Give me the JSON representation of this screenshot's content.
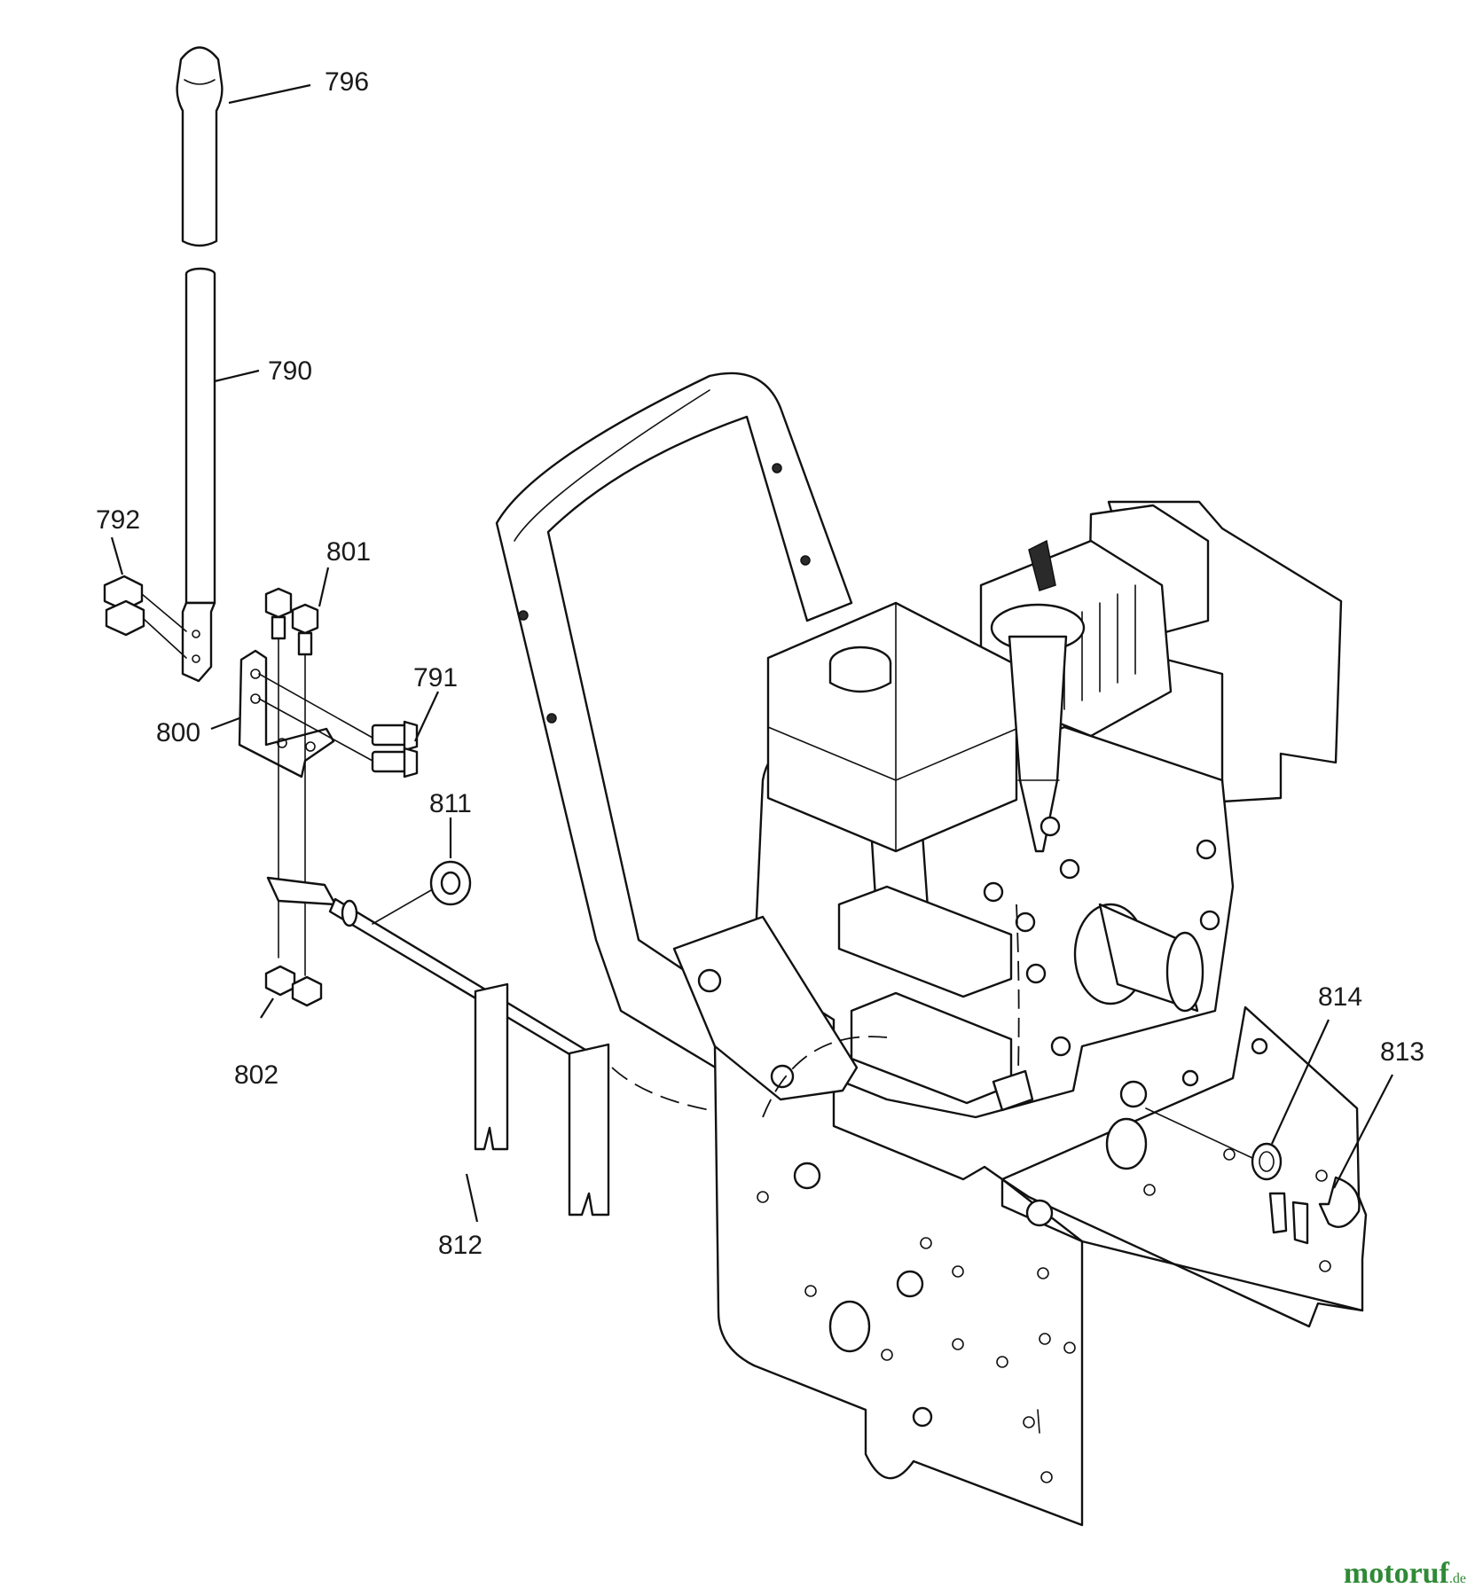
{
  "diagram": {
    "part_numbers": {
      "p796": "796",
      "p790": "790",
      "p792": "792",
      "p801": "801",
      "p791": "791",
      "p800": "800",
      "p811": "811",
      "p802": "802",
      "p812": "812",
      "p814": "814",
      "p813": "813"
    },
    "colors": {
      "line": "#111111",
      "background": "#ffffff",
      "watermark": "#2f8a36"
    }
  },
  "watermark": {
    "brand": "motoruf",
    "suffix": ".de"
  }
}
